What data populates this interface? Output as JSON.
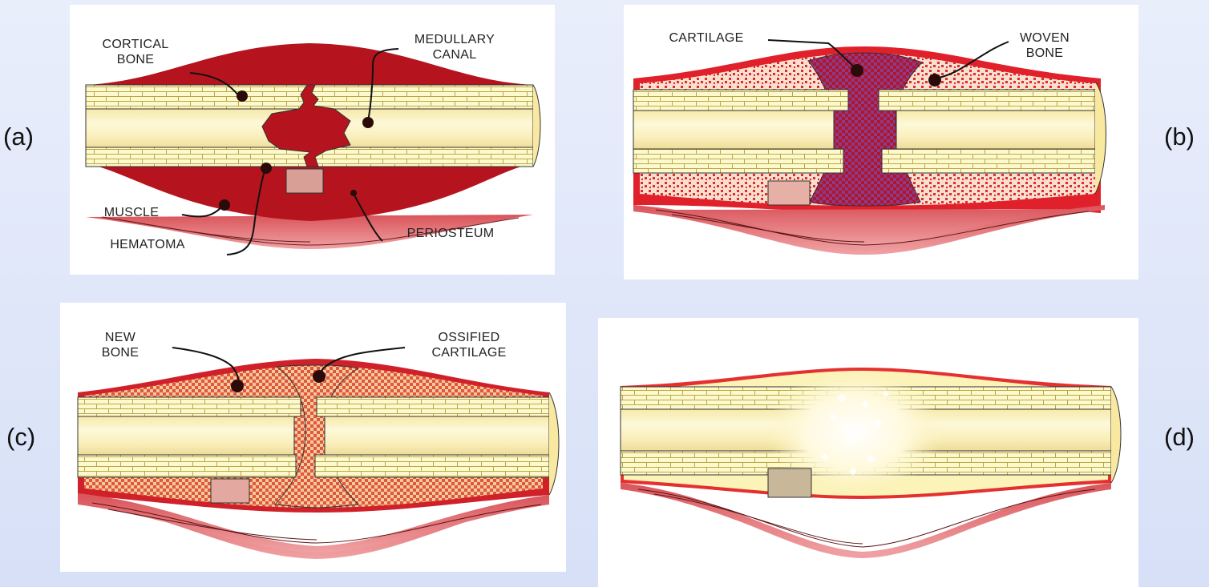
{
  "panels": {
    "a": {
      "label": "(a)",
      "labels": {
        "cortical": "CORTICAL\nBONE",
        "medullary": "MEDULLARY\nCANAL",
        "muscle": "MUSCLE",
        "hematoma": "HEMATOMA",
        "periosteum": "PERIOSTEUM"
      }
    },
    "b": {
      "label": "(b)",
      "labels": {
        "cartilage": "CARTILAGE",
        "woven": "WOVEN\nBONE"
      }
    },
    "c": {
      "label": "(c)",
      "labels": {
        "newbone": "NEW\nBONE",
        "ossified": "OSSIFIED\nCARTILAGE"
      }
    },
    "d": {
      "label": "(d)"
    }
  },
  "colors": {
    "bone_marrow": "#fbf3c0",
    "cortex": "#fbf7c8",
    "hematoma": "#b5141e",
    "periosteum": "#e0202a",
    "muscle": "#e98a8c",
    "callus_dots": "#e23a3a"
  }
}
